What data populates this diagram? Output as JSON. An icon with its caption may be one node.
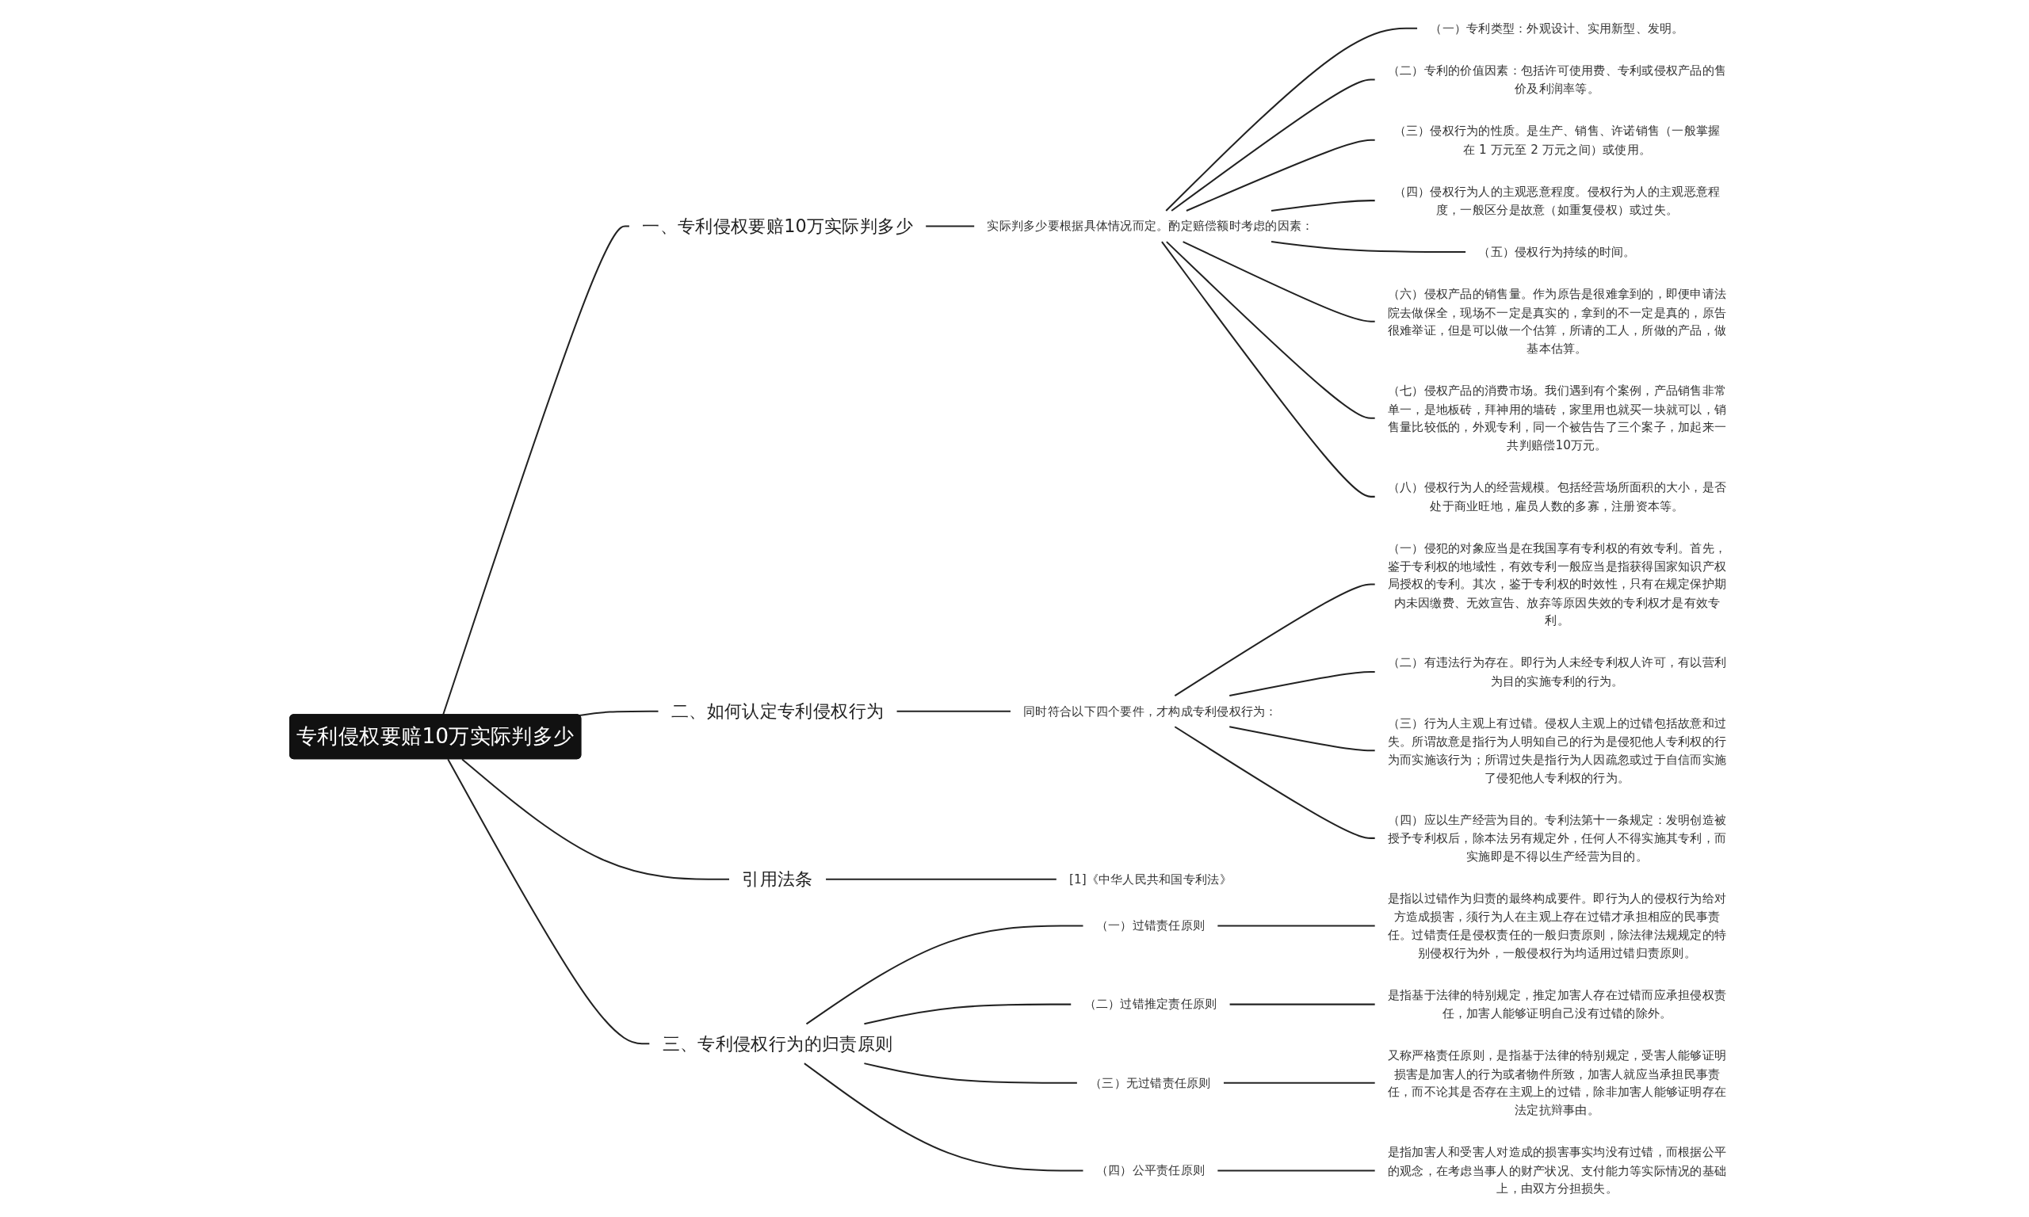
{
  "diagram": {
    "nodes": [
      {
        "text": [
          "专利侵权要赔10万实际判多少"
        ]
      },
      {
        "text": [
          "一、专利侵权要赔10万实际判多少"
        ]
      },
      {
        "text": [
          "实际判多少要根据具体情况而定。酌定赔偿额时考虑的因素："
        ]
      },
      {
        "text": [
          "（一）专利类型：外观设计、实用新型、发明。"
        ]
      },
      {
        "text": [
          "（二）专利的价值因素：包括许可使用费、专利或侵权产品的售价及利润率等。"
        ]
      },
      {
        "text": [
          "（三）侵权行为的性质。是生产、销售、许诺销售（一般掌握在 1 万元至 2 万元之间）或使用。"
        ]
      },
      {
        "text": [
          "（四）侵权行为人的主观恶意程度。侵权行为人的主观恶意程度，一般区分是故意（如重复侵权）或过失。"
        ]
      },
      {
        "text": [
          "（五）侵权行为持续的时间。"
        ]
      },
      {
        "text": [
          "（六）侵权产品的销售量。作为原告是很难拿到的，即便申请法院去做保全，现场不一定是真实的，拿到的不一定是真的，原告很难举证，但是可以做一个估算，所请的工人，所做的产品，做基本估算。"
        ]
      },
      {
        "text": [
          "（七）侵权产品的消费市场。我们遇到有个案例，产品销售非常单一，是地板砖，拜神用的墙砖，家里用也就买一块就可以，销售量比较低的，外观专利，同一个被告告了三个案子，加起来一共判赔偿10万元。"
        ]
      },
      {
        "text": [
          "（八）侵权行为人的经营规模。包括经营场所面积的大小，是否处于商业旺地，雇员人数的多寡，注册资本等。"
        ]
      },
      {
        "text": [
          "二、如何认定专利侵权行为"
        ]
      },
      {
        "text": [
          "同时符合以下四个要件，才构成专利侵权行为："
        ]
      },
      {
        "text": [
          "（一）侵犯的对象应当是在我国享有专利权的有效专利。首先，鉴于专利权的地域性，有效专利一般应当是指获得国家知识产权局授权的专利。其次，鉴于专利权的时效性，只有在规定保护期内未因缴费、无效宣告、放弃等原因失效的专利权才是有效专利。"
        ]
      },
      {
        "text": [
          "（二）有违法行为存在。即行为人未经专利权人许可，有以营利为目的实施专利的行为。"
        ]
      },
      {
        "text": [
          "（三）行为人主观上有过错。侵权人主观上的过错包括故意和过失。所谓故意是指行为人明知自己的行为是侵犯他人专利权的行为而实施该行为；所谓过失是指行为人因疏忽或过于自信而实施了侵犯他人专利权的行为。"
        ]
      },
      {
        "text": [
          "（四）应以生产经营为目的。专利法第十一条规定：发明创造被授予专利权后，除本法另有规定外，任何人不得实施其专利，而实施即是不得以生产经营为目的。"
        ]
      },
      {
        "text": [
          "引用法条"
        ]
      },
      {
        "text": [
          "[1]《中华人民共和国专利法》"
        ]
      },
      {
        "text": [
          "三、专利侵权行为的归责原则"
        ]
      },
      {
        "text": [
          "（一）过错责任原则"
        ]
      },
      {
        "text": [
          "是指以过错作为归责的最终构成要件。即行为人的侵权行为给对方造成损害，须行为人在主观上存在过错才承担相应的民事责任。过错责任是侵权责任的一般归责原则，除法律法规规定的特别侵权行为外，一般侵权行为均适用过错归责原则。"
        ]
      },
      {
        "text": [
          "（二）过错推定责任原则"
        ]
      },
      {
        "text": [
          "是指基于法律的特别规定，推定加害人存在过错而应承担侵权责任，加害人能够证明自己没有过错的除外。"
        ]
      },
      {
        "text": [
          "（三）无过错责任原则"
        ]
      },
      {
        "text": [
          "又称严格责任原则，是指基于法律的特别规定，受害人能够证明损害是加害人的行为或者物件所致，加害人就应当承担民事责任，而不论其是否存在主观上的过错，除非加害人能够证明存在法定抗辩事由。"
        ]
      },
      {
        "text": [
          "（四）公平责任原则"
        ]
      },
      {
        "text": [
          "是指加害人和受害人对造成的损害事实均没有过错，而根据公平的观念，在考虑当事人的财产状况、支付能力等实际情况的基础上，由双方分担损失。"
        ]
      }
    ],
    "edges": [
      {
        "from": 0,
        "to": 1,
        "arrow": "none"
      },
      {
        "from": 1,
        "to": 2,
        "arrow": "none"
      },
      {
        "from": 2,
        "to": 3,
        "arrow": "none"
      },
      {
        "from": 2,
        "to": 4,
        "arrow": "none"
      },
      {
        "from": 2,
        "to": 5,
        "arrow": "none"
      },
      {
        "from": 2,
        "to": 6,
        "arrow": "none"
      },
      {
        "from": 2,
        "to": 7,
        "arrow": "none"
      },
      {
        "from": 2,
        "to": 8,
        "arrow": "none"
      },
      {
        "from": 2,
        "to": 9,
        "arrow": "none"
      },
      {
        "from": 2,
        "to": 10,
        "arrow": "none"
      },
      {
        "from": 0,
        "to": 11,
        "arrow": "none"
      },
      {
        "from": 11,
        "to": 12,
        "arrow": "none"
      },
      {
        "from": 12,
        "to": 13,
        "arrow": "none"
      },
      {
        "from": 12,
        "to": 14,
        "arrow": "none"
      },
      {
        "from": 12,
        "to": 15,
        "arrow": "none"
      },
      {
        "from": 12,
        "to": 16,
        "arrow": "none"
      },
      {
        "from": 0,
        "to": 17,
        "arrow": "none"
      },
      {
        "from": 17,
        "to": 18,
        "arrow": "none"
      },
      {
        "from": 0,
        "to": 19,
        "arrow": "none"
      },
      {
        "from": 19,
        "to": 20,
        "arrow": "none"
      },
      {
        "from": 20,
        "to": 21,
        "arrow": "none"
      },
      {
        "from": 19,
        "to": 22,
        "arrow": "none"
      },
      {
        "from": 22,
        "to": 23,
        "arrow": "none"
      },
      {
        "from": 19,
        "to": 24,
        "arrow": "none"
      },
      {
        "from": 24,
        "to": 25,
        "arrow": "none"
      },
      {
        "from": 19,
        "to": 26,
        "arrow": "none"
      },
      {
        "from": 26,
        "to": 27,
        "arrow": "none"
      }
    ]
  }
}
